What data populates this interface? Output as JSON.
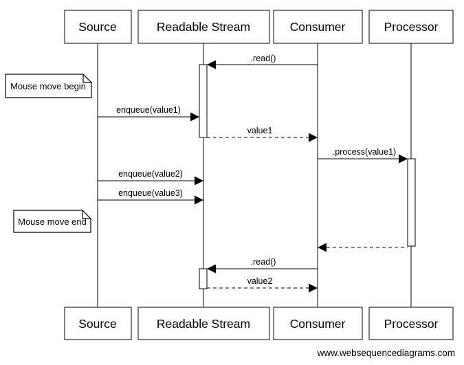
{
  "diagram": {
    "type": "uml-sequence-diagram",
    "participants": [
      {
        "name": "Source"
      },
      {
        "name": "Readable Stream"
      },
      {
        "name": "Consumer"
      },
      {
        "name": "Processor"
      }
    ],
    "messages": [
      {
        "label": ".read()",
        "from": "Consumer",
        "to": "Readable Stream",
        "style": "solid"
      },
      {
        "label": "enqueue(value1)",
        "from": "Source",
        "to": "Readable Stream",
        "style": "solid"
      },
      {
        "label": "value1",
        "from": "Readable Stream",
        "to": "Consumer",
        "style": "dashed"
      },
      {
        "label": ".process(value1)",
        "from": "Consumer",
        "to": "Processor",
        "style": "solid"
      },
      {
        "label": "enqueue(value2)",
        "from": "Source",
        "to": "Readable Stream",
        "style": "solid"
      },
      {
        "label": "enqueue(value3)",
        "from": "Source",
        "to": "Readable Stream",
        "style": "solid"
      },
      {
        "label": "",
        "from": "Processor",
        "to": "Consumer",
        "style": "dashed"
      },
      {
        "label": ".read()",
        "from": "Consumer",
        "to": "Readable Stream",
        "style": "solid"
      },
      {
        "label": "value2",
        "from": "Readable Stream",
        "to": "Consumer",
        "style": "dashed"
      }
    ],
    "notes": [
      {
        "text": "Mouse move begin"
      },
      {
        "text": "Mouse move end"
      }
    ],
    "footer": {
      "text": "www.websequencediagrams.com"
    },
    "colors": {
      "line": "#000000",
      "background": "#ffffff",
      "box_fill": "#ffffff"
    }
  }
}
